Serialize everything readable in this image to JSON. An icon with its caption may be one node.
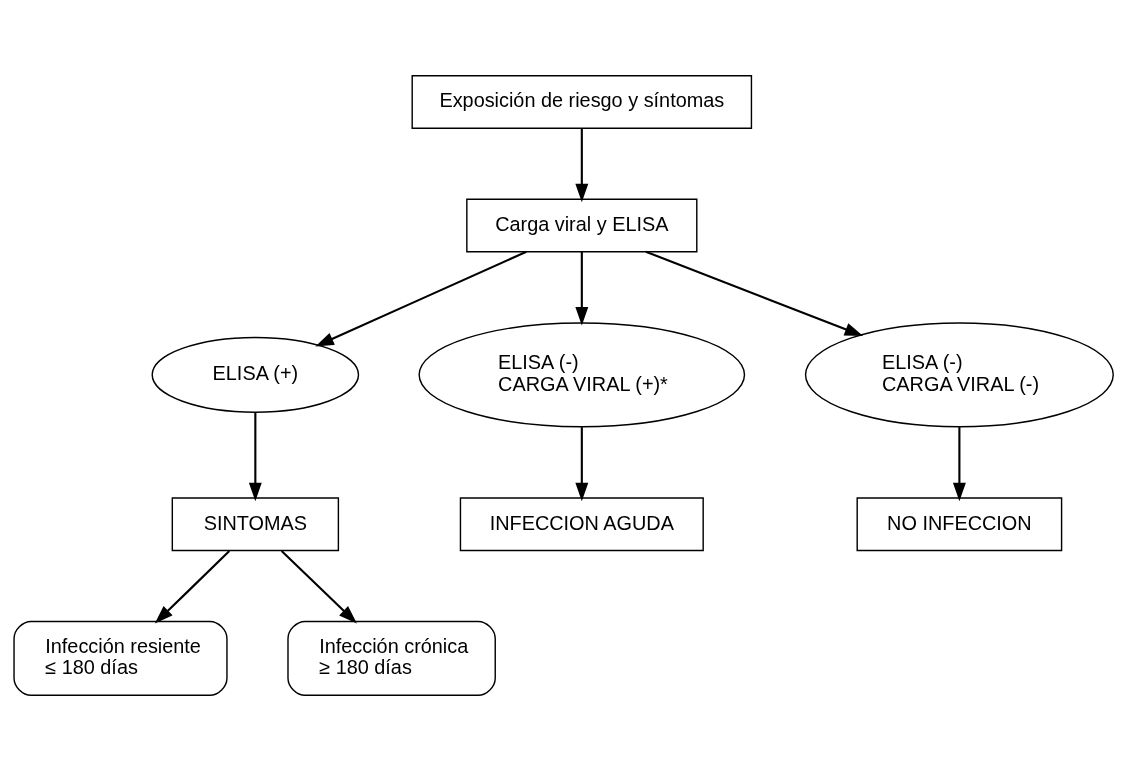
{
  "diagram": {
    "nodes": [
      {
        "text": [
          "Exposición de riesgo y síntomas"
        ]
      },
      {
        "text": [
          "Carga viral y ELISA"
        ]
      },
      {
        "text": [
          "ELISA (+)"
        ]
      },
      {
        "text": [
          "ELISA (-)",
          "CARGA VIRAL (+)*"
        ]
      },
      {
        "text": [
          "ELISA (-)",
          "CARGA VIRAL (-)"
        ]
      },
      {
        "text": [
          "SINTOMAS"
        ]
      },
      {
        "text": [
          "INFECCION AGUDA"
        ]
      },
      {
        "text": [
          "NO INFECCION"
        ]
      },
      {
        "text": [
          "Infección resiente",
          "≤ 180 días"
        ]
      },
      {
        "text": [
          "Infección crónica",
          "≥ 180 días"
        ]
      }
    ],
    "edges": [
      {
        "from": 0,
        "to": 1,
        "arrow": "to"
      },
      {
        "from": 1,
        "to": 2,
        "arrow": "to"
      },
      {
        "from": 1,
        "to": 3,
        "arrow": "to"
      },
      {
        "from": 1,
        "to": 4,
        "arrow": "to"
      },
      {
        "from": 2,
        "to": 5,
        "arrow": "to"
      },
      {
        "from": 3,
        "to": 6,
        "arrow": "to"
      },
      {
        "from": 4,
        "to": 7,
        "arrow": "to"
      },
      {
        "from": 5,
        "to": 8,
        "arrow": "to"
      },
      {
        "from": 5,
        "to": 9,
        "arrow": "to"
      }
    ]
  }
}
